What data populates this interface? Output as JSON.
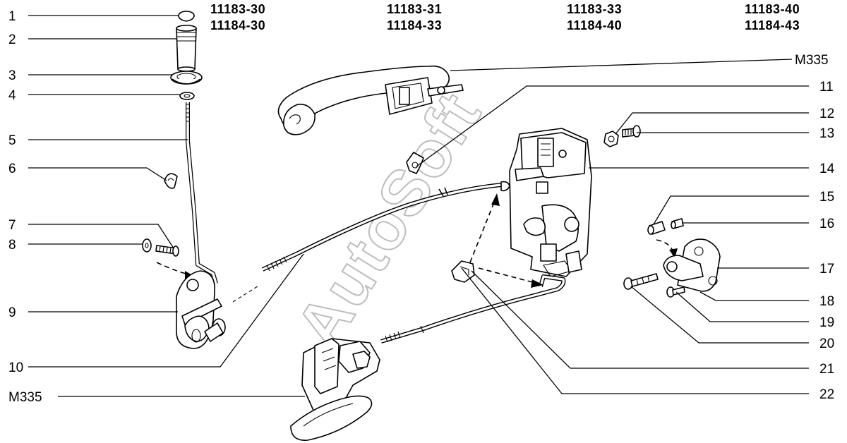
{
  "model_codes": [
    [
      "11183-30",
      "11184-30"
    ],
    [
      "11183-31",
      "11184-33"
    ],
    [
      "11183-33",
      "11184-40"
    ],
    [
      "11183-40",
      "11184-43"
    ]
  ],
  "callouts_left": [
    "1",
    "2",
    "3",
    "4",
    "5",
    "6",
    "7",
    "8",
    "9",
    "10",
    "M335"
  ],
  "callouts_right": [
    "M335",
    "11",
    "12",
    "13",
    "14",
    "15",
    "16",
    "17",
    "18",
    "19",
    "20",
    "21",
    "22"
  ],
  "watermark": "AutoSoft"
}
